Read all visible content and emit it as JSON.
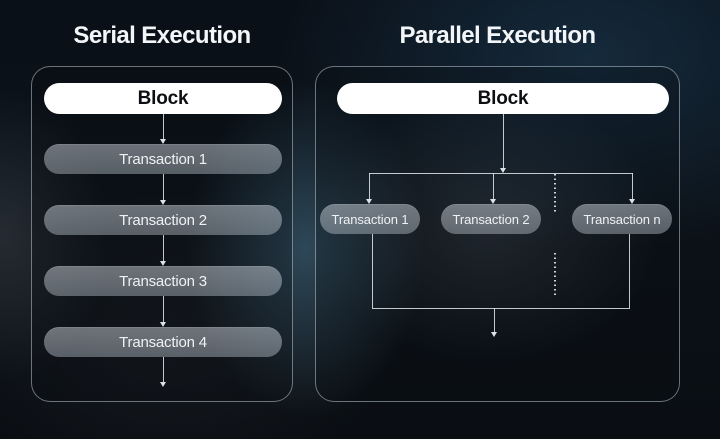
{
  "diagram": {
    "serial": {
      "title": "Serial Execution",
      "block": "Block",
      "transactions": [
        "Transaction 1",
        "Transaction 2",
        "Transaction 3",
        "Transaction 4"
      ]
    },
    "parallel": {
      "title": "Parallel Execution",
      "block": "Block",
      "transactions": [
        "Transaction 1",
        "Transaction 2",
        "Transaction n"
      ]
    }
  },
  "colors": {
    "title_text": "#f3f6f8",
    "panel_border": "rgba(213,223,232,0.48)",
    "block_pill": "#ffffff",
    "block_text": "#0d0f12",
    "transaction_pill": "rgba(203,211,220,0.45)",
    "transaction_text": "#eef1f4",
    "connector": "rgba(226,231,236,0.85)",
    "connector_head": "#dde2e7",
    "background_base": "#0b1017",
    "background_glow": "#2e5a78"
  }
}
